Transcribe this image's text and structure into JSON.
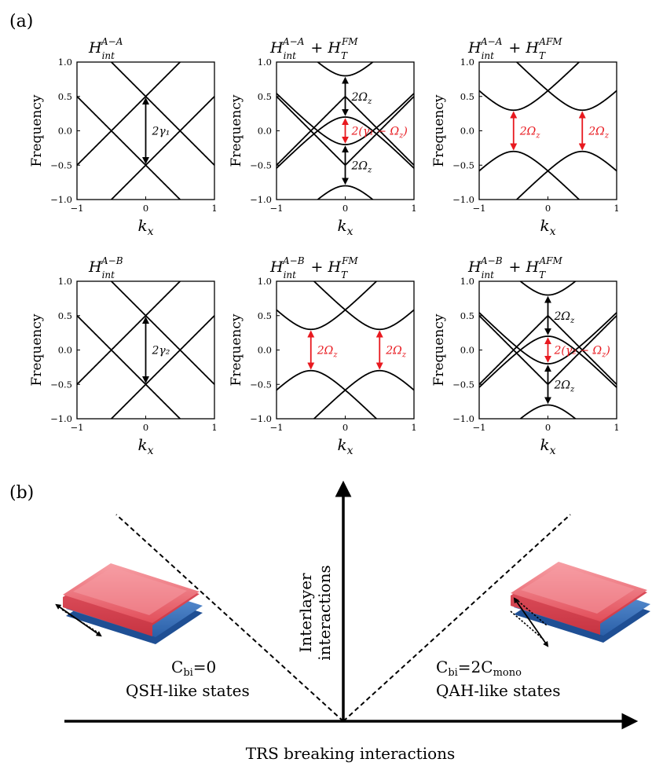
{
  "panel_a_label": "(a)",
  "panel_b_label": "(b)",
  "chart_data": [
    {
      "id": "p1",
      "type": "line",
      "title": "H_int^{A−A}",
      "xlabel": "k_x",
      "ylabel": "Frequency",
      "xlim": [
        -1,
        1
      ],
      "ylim": [
        -1,
        1
      ],
      "xticks": [
        "−1",
        "0",
        "1"
      ],
      "yticks": [
        "1.0",
        "0.5",
        "0.0",
        "−0.5",
        "−1.0"
      ],
      "grid": false,
      "model": "dirac",
      "gamma": 0.5,
      "omega": 0,
      "series": [
        {
          "y_at_0": 0.5,
          "y_at_edges": [
            -0.5,
            -0.5
          ]
        },
        {
          "y_at_0": -0.5,
          "y_at_edges": [
            0.5,
            0.5
          ]
        }
      ],
      "annotations": [
        {
          "text": "2γ₁",
          "color": "#000000",
          "x": 0,
          "y_from": -0.5,
          "y_to": 0.5
        }
      ]
    },
    {
      "id": "p2",
      "type": "line",
      "title": "H_int^{A−A} + H_T^{FM}",
      "xlabel": "k_x",
      "ylabel": "Frequency",
      "xlim": [
        -1,
        1
      ],
      "ylim": [
        -1,
        1
      ],
      "xticks": [
        "−1",
        "0",
        "1"
      ],
      "yticks": [
        "1.0",
        "0.5",
        "0.0",
        "−0.5",
        "−1.0"
      ],
      "grid": false,
      "model": "dirac",
      "gamma": 0.5,
      "omega": 0.3,
      "series": [
        {
          "y_at_0": 0.8
        },
        {
          "y_at_0": 0.2
        },
        {
          "y_at_0": -0.2
        },
        {
          "y_at_0": -0.8
        }
      ],
      "annotations": [
        {
          "text": "2Ω_z",
          "color": "#000000",
          "x": 0,
          "y_from": 0.2,
          "y_to": 0.8
        },
        {
          "text": "2(γ₁ − Ω_z)",
          "color": "#e8191f",
          "x": 0,
          "y_from": -0.2,
          "y_to": 0.2
        },
        {
          "text": "2Ω_z",
          "color": "#000000",
          "x": 0,
          "y_from": -0.8,
          "y_to": -0.2
        }
      ]
    },
    {
      "id": "p3",
      "type": "line",
      "title": "H_int^{A−A} + H_T^{AFM}",
      "xlabel": "k_x",
      "ylabel": "Frequency",
      "xlim": [
        -1,
        1
      ],
      "ylim": [
        -1,
        1
      ],
      "xticks": [
        "−1",
        "0",
        "1"
      ],
      "yticks": [
        "1.0",
        "0.5",
        "0.0",
        "−0.5",
        "−1.0"
      ],
      "grid": false,
      "model": "shifted",
      "gamma": 0.5,
      "omega": 0.3,
      "series": [
        {
          "y_min": 0.3,
          "at_x": [
            -0.5,
            0.5
          ]
        },
        {
          "y_max": -0.3,
          "at_x": [
            -0.5,
            0.5
          ]
        }
      ],
      "annotations": [
        {
          "text": "2Ω_z",
          "color": "#e8191f",
          "x": -0.5,
          "y_from": -0.3,
          "y_to": 0.3
        },
        {
          "text": "2Ω_z",
          "color": "#e8191f",
          "x": 0.5,
          "y_from": -0.3,
          "y_to": 0.3
        }
      ]
    },
    {
      "id": "p4",
      "type": "line",
      "title": "H_int^{A−B}",
      "xlabel": "k_x",
      "ylabel": "Frequency",
      "xlim": [
        -1,
        1
      ],
      "ylim": [
        -1,
        1
      ],
      "xticks": [
        "−1",
        "0",
        "1"
      ],
      "yticks": [
        "1.0",
        "0.5",
        "0.0",
        "−0.5",
        "−1.0"
      ],
      "grid": false,
      "model": "dirac",
      "gamma": 0.5,
      "omega": 0,
      "series": [
        {
          "y_at_0": 0.5,
          "y_at_edges": [
            -0.5,
            -0.5
          ]
        },
        {
          "y_at_0": -0.5,
          "y_at_edges": [
            0.5,
            0.5
          ]
        }
      ],
      "annotations": [
        {
          "text": "2γ₂",
          "color": "#000000",
          "x": 0,
          "y_from": -0.5,
          "y_to": 0.5
        }
      ]
    },
    {
      "id": "p5",
      "type": "line",
      "title": "H_int^{A−B} + H_T^{FM}",
      "xlabel": "k_x",
      "ylabel": "Frequency",
      "xlim": [
        -1,
        1
      ],
      "ylim": [
        -1,
        1
      ],
      "xticks": [
        "−1",
        "0",
        "1"
      ],
      "yticks": [
        "1.0",
        "0.5",
        "0.0",
        "−0.5",
        "−1.0"
      ],
      "grid": false,
      "model": "shifted",
      "gamma": 0.5,
      "omega": 0.3,
      "series": [
        {
          "y_min": 0.3,
          "at_x": [
            -0.5,
            0.5
          ]
        },
        {
          "y_max": -0.3,
          "at_x": [
            -0.5,
            0.5
          ]
        }
      ],
      "annotations": [
        {
          "text": "2Ω_z",
          "color": "#e8191f",
          "x": -0.5,
          "y_from": -0.3,
          "y_to": 0.3
        },
        {
          "text": "2Ω_z",
          "color": "#e8191f",
          "x": 0.5,
          "y_from": -0.3,
          "y_to": 0.3
        }
      ]
    },
    {
      "id": "p6",
      "type": "line",
      "title": "H_int^{A−B} + H_T^{AFM}",
      "xlabel": "k_x",
      "ylabel": "Frequency",
      "xlim": [
        -1,
        1
      ],
      "ylim": [
        -1,
        1
      ],
      "xticks": [
        "−1",
        "0",
        "1"
      ],
      "yticks": [
        "1.0",
        "0.5",
        "0.0",
        "−0.5",
        "−1.0"
      ],
      "grid": false,
      "model": "dirac",
      "gamma": 0.5,
      "omega": 0.3,
      "series": [
        {
          "y_at_0": 0.8
        },
        {
          "y_at_0": 0.2
        },
        {
          "y_at_0": -0.2
        },
        {
          "y_at_0": -0.8
        }
      ],
      "annotations": [
        {
          "text": "2Ω_z",
          "color": "#000000",
          "x": 0,
          "y_from": 0.2,
          "y_to": 0.8
        },
        {
          "text": "2(γ₂ − Ω_z)",
          "color": "#e8191f",
          "x": 0,
          "y_from": -0.2,
          "y_to": 0.2
        },
        {
          "text": "2Ω_z",
          "color": "#000000",
          "x": 0,
          "y_from": -0.8,
          "y_to": -0.2
        }
      ]
    }
  ],
  "phase_diagram": {
    "x_axis_label": "TRS breaking interactions",
    "y_axis_label_line1": "Interlayer",
    "y_axis_label_line2": "interactions",
    "left_region": {
      "line1_main": "C",
      "line1_sub": "bi",
      "line1_rest": "=0",
      "line2": "QSH-like states"
    },
    "right_region": {
      "line1_main": "C",
      "line1_sub": "bi",
      "line1_eq": "=2C",
      "line1_sub2": "mono",
      "line2": "QAH-like states"
    },
    "colors": {
      "top_layer": "#ee6a74",
      "bottom_layer": "#3a78c4",
      "red_annotation": "#e8191f"
    }
  }
}
